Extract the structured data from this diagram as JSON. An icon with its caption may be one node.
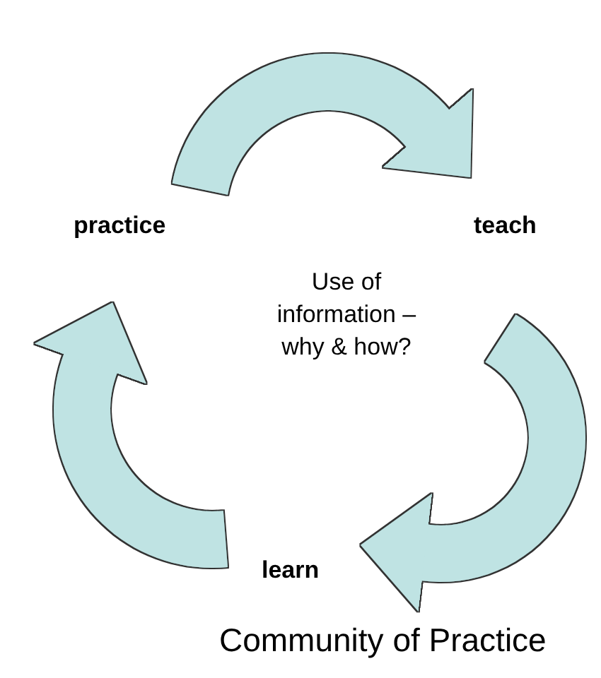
{
  "diagram": {
    "caption": "Community of Practice",
    "nodes": [
      {
        "text": [
          "practice"
        ]
      },
      {
        "text": [
          "teach"
        ]
      },
      {
        "text": [
          "learn"
        ]
      }
    ],
    "edges": [
      {
        "from": 0,
        "to": 1,
        "arrow": "to"
      },
      {
        "from": 1,
        "to": 2,
        "arrow": "to"
      },
      {
        "from": 2,
        "to": 0,
        "arrow": "to"
      }
    ],
    "labels": [
      "Use of information – why & how?"
    ]
  }
}
